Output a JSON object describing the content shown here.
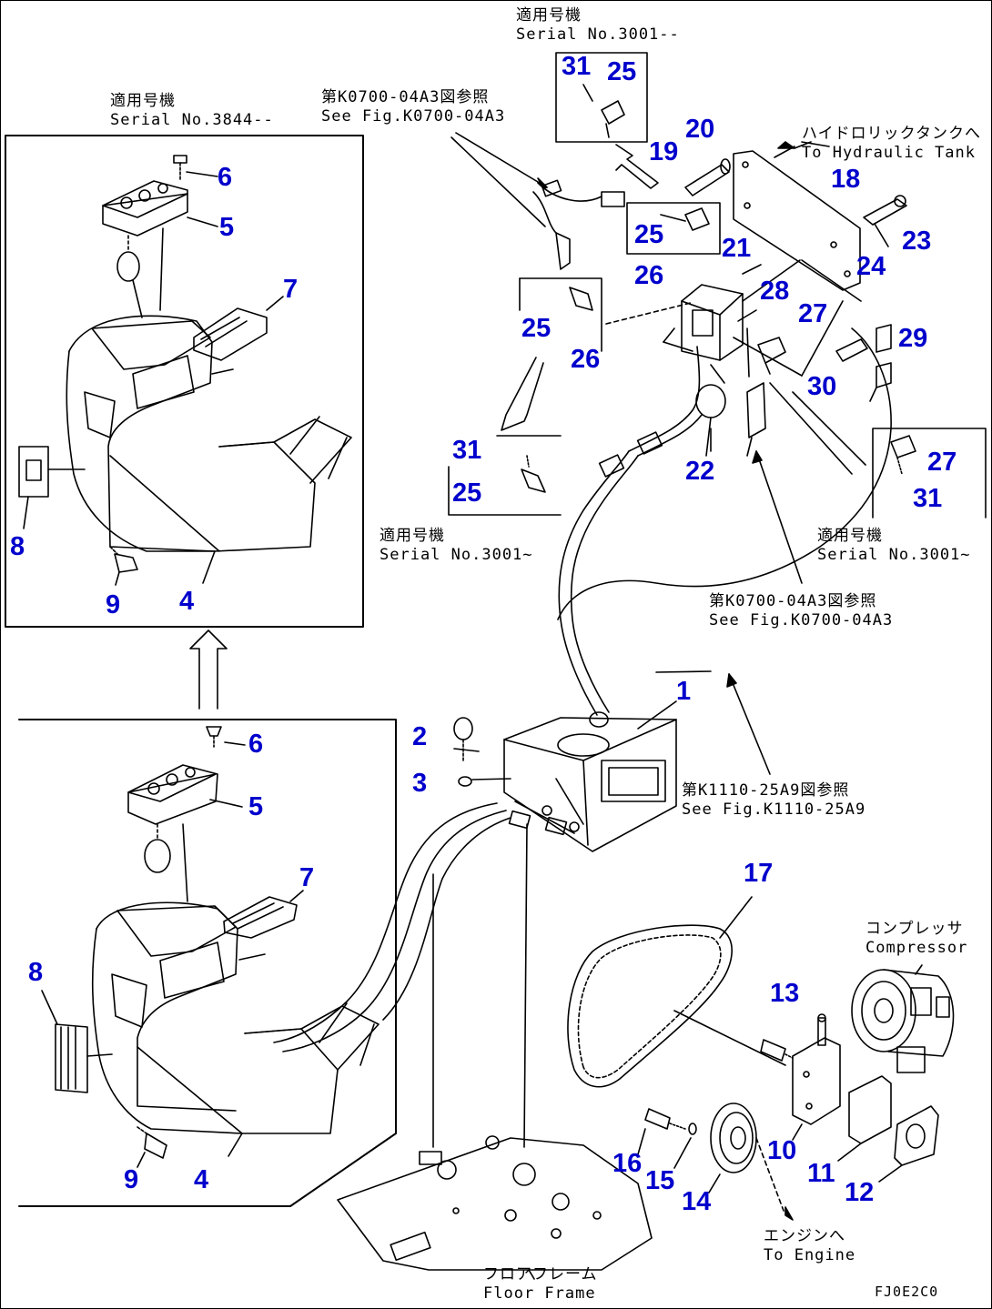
{
  "accent_color": "#0000cc",
  "line_color": "#000000",
  "notes": {
    "serial_top_left": {
      "jp": "適用号機",
      "en": "Serial No.3844--"
    },
    "serial_top_center": {
      "jp": "適用号機",
      "en": "Serial No.3001--"
    },
    "see_fig_top": {
      "jp": "第K0700-04A3図参照",
      "en": "See Fig.K0700-04A3"
    },
    "hydraulic_tank": {
      "jp": "ハイドロリックタンクへ",
      "en": "To Hydraulic Tank"
    },
    "serial_mid_left": {
      "jp": "適用号機",
      "en": "Serial No.3001~"
    },
    "serial_mid_right": {
      "jp": "適用号機",
      "en": "Serial No.3001~"
    },
    "see_fig_mid": {
      "jp": "第K0700-04A3図参照",
      "en": "See Fig.K0700-04A3"
    },
    "see_fig_k1110": {
      "jp": "第K1110-25A9図参照",
      "en": "See Fig.K1110-25A9"
    },
    "compressor": {
      "jp": "コンプレッサ",
      "en": "Compressor"
    },
    "engine": {
      "jp": "エンジンへ",
      "en": "To Engine"
    },
    "floor_frame": {
      "jp": "フロアフレーム",
      "en": "Floor Frame"
    }
  },
  "drawing_code": "FJ0E2C0",
  "callouts": {
    "c1": "1",
    "c2": "2",
    "c3": "3",
    "c4_top": "4",
    "c5_top": "5",
    "c6_top": "6",
    "c7_top": "7",
    "c8_top": "8",
    "c9_top": "9",
    "c4_bot": "4",
    "c5_bot": "5",
    "c6_bot": "6",
    "c7_bot": "7",
    "c8_bot": "8",
    "c9_bot": "9",
    "c10": "10",
    "c11": "11",
    "c12": "12",
    "c13": "13",
    "c14": "14",
    "c15": "15",
    "c16": "16",
    "c17": "17",
    "c18": "18",
    "c19": "19",
    "c20": "20",
    "c21": "21",
    "c22": "22",
    "c23": "23",
    "c24": "24",
    "c25_a": "25",
    "c25_b": "25",
    "c25_c": "25",
    "c25_d": "25",
    "c26_a": "26",
    "c26_b": "26",
    "c27_a": "27",
    "c27_b": "27",
    "c28": "28",
    "c29": "29",
    "c30": "30",
    "c31_a": "31",
    "c31_b": "31",
    "c31_c": "31"
  }
}
